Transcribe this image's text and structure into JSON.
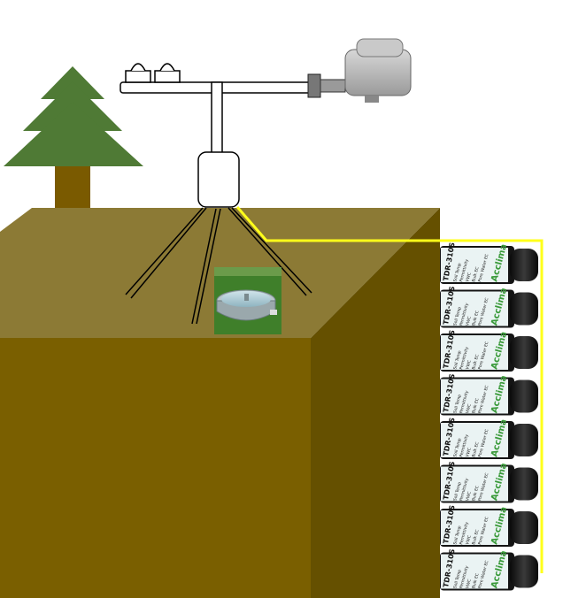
{
  "diagram": {
    "colors": {
      "soil_top": "#8c7a35",
      "soil_front": "#7a5f00",
      "soil_side": "#655000",
      "tree_foliage": "#4f7a35",
      "tree_trunk": "#7a5a00",
      "cable": "#ffff1a",
      "sensor_body": "#141414",
      "sensor_label_bg": "#eaf3f3",
      "brand_green": "#3a9a3a",
      "grass": "#3f7f2a",
      "station": "#ffffff"
    },
    "sensor": {
      "model": "TDR-310S",
      "lines": [
        "Soil Temp",
        "Permittivity",
        "VWC",
        "Bulk EC",
        "Pore Water EC"
      ],
      "brand": "Acclima",
      "count": 8
    },
    "icons": [
      "tree-icon",
      "weather-station-icon",
      "rain-gauge-icon",
      "soil-sensor-icon"
    ]
  }
}
